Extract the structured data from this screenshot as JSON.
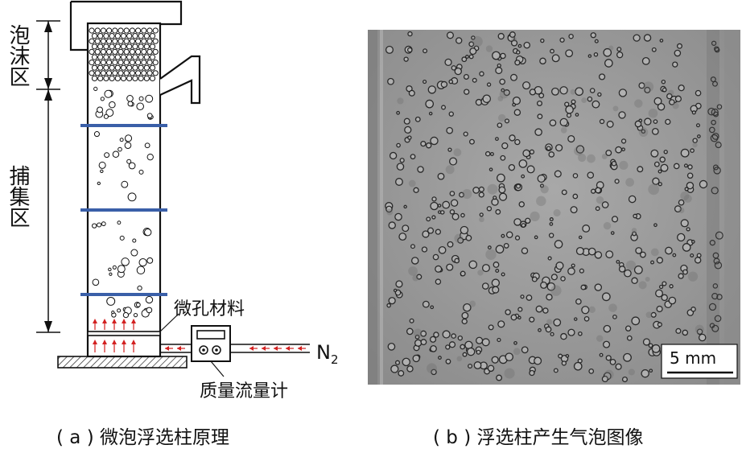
{
  "labels": {
    "foam_zone": "泡沫区",
    "collection_zone": "捕集区",
    "microporous_material": "微孔材料",
    "mass_flow_meter": "质量流量计",
    "gas": "N",
    "gas_sub": "2",
    "scale_bar": "5 mm"
  },
  "captions": {
    "a": "( a ) 微泡浮选柱原理",
    "b": "( b ) 浮选柱产生气泡图像"
  },
  "colors": {
    "section_line": "#3a5fa8",
    "arrow": "#d32020",
    "photo_bg": "#9b9b9b"
  }
}
